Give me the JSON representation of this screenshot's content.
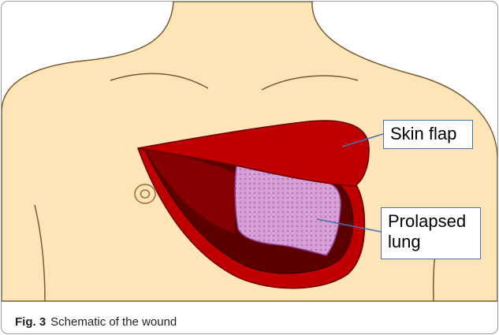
{
  "figure": {
    "labels": {
      "skin_flap": "Skin flap",
      "prolapsed_lung": "Prolapsed\nlung"
    },
    "caption": {
      "number": "Fig. 3",
      "text": "Schematic of the wound"
    }
  },
  "colors": {
    "skin": "#fde5b7",
    "skin_outline": "#7a5a2e",
    "flap_red": "#c00000",
    "wound_dark": "#5c0000",
    "lung_pink": "#d7a0d7",
    "lung_outline": "#8e3d8e",
    "leader_line": "#4a6fb0"
  }
}
